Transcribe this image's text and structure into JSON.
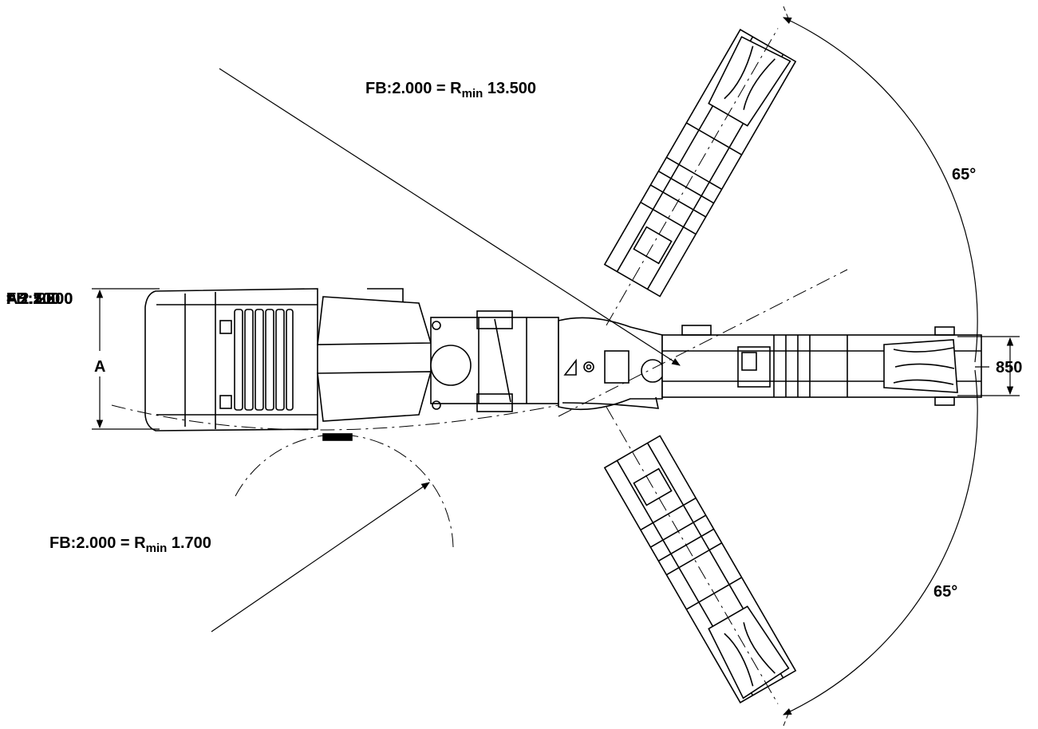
{
  "radius_top": {
    "prefix": "FB:2.000 = R",
    "sub": "min",
    "value": " 13.500"
  },
  "radius_bottom": {
    "prefix": "FB:2.000 = R",
    "sub": "min",
    "value": " 1.700"
  },
  "angle_upper": "65°",
  "angle_lower": "65°",
  "dim_track_width": "850",
  "dim_A": "A",
  "legend": [
    "A:",
    "FB:1.500",
    "= 2.500",
    "FB: 2000",
    "= 2.500",
    "FB:2.200",
    "= 2.700"
  ]
}
